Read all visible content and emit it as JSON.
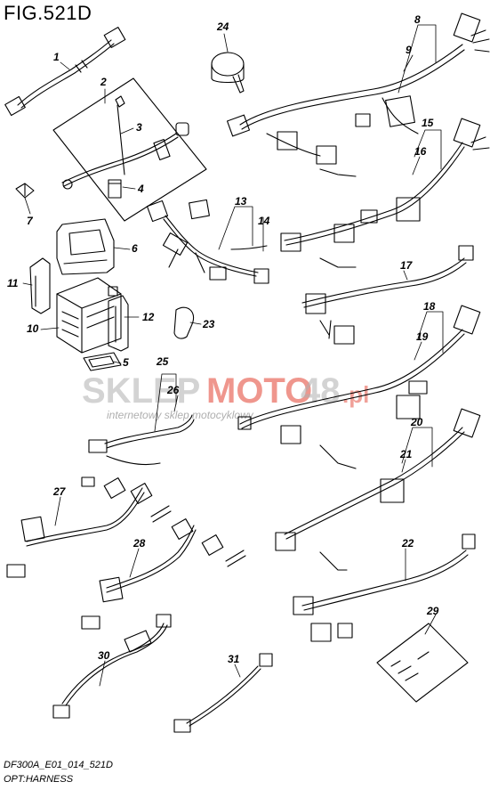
{
  "figure": {
    "title": "FIG.521D",
    "code": "DF300A_E01_014_521D",
    "name": "OPT:HARNESS"
  },
  "watermark": {
    "brand_left": "SKLEP",
    "brand_mid": "MOTO",
    "brand_right": "48",
    "brand_tld": ".pl",
    "tagline": "internetowy sklep motocyklowy",
    "color_gray": "#9a9a9a",
    "color_red": "#e0301e"
  },
  "callouts": [
    "1",
    "2",
    "3",
    "4",
    "5",
    "6",
    "7",
    "8",
    "9",
    "10",
    "11",
    "12",
    "13",
    "14",
    "15",
    "16",
    "17",
    "18",
    "19",
    "20",
    "21",
    "22",
    "23",
    "24",
    "25",
    "26",
    "27",
    "28",
    "29",
    "30",
    "31"
  ]
}
